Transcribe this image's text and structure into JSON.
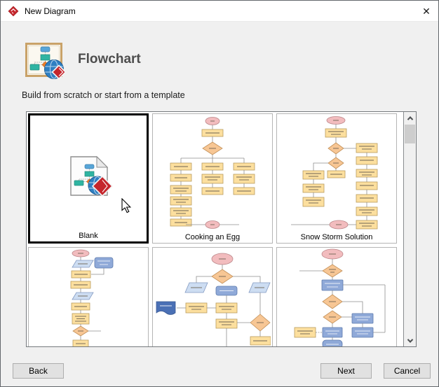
{
  "window": {
    "title": "New Diagram",
    "close": "✕"
  },
  "header": {
    "title": "Flowchart",
    "subtitle": "Build from scratch or start from a template"
  },
  "gallery": {
    "templates": [
      {
        "id": "blank",
        "label": "Blank",
        "selected": true
      },
      {
        "id": "cooking-an-egg",
        "label": "Cooking an Egg",
        "selected": false
      },
      {
        "id": "snow-storm-solution",
        "label": "Snow Storm Solution",
        "selected": false
      },
      {
        "id": "template-row2-1",
        "label": "",
        "selected": false
      },
      {
        "id": "template-row2-2",
        "label": "",
        "selected": false
      },
      {
        "id": "template-row2-3",
        "label": "",
        "selected": false
      }
    ]
  },
  "buttons": {
    "back": "Back",
    "next": "Next",
    "cancel": "Cancel"
  },
  "colors": {
    "brand_red": "#c5262c",
    "selection_border": "#000000",
    "shape_yellow": "#fcdf9e",
    "shape_pink": "#f2bcbe",
    "shape_orange": "#f7c694",
    "shape_blue_light": "#cdddf2",
    "shape_blue": "#8fa9d8",
    "dialog_bg": "#f0f0f0"
  }
}
